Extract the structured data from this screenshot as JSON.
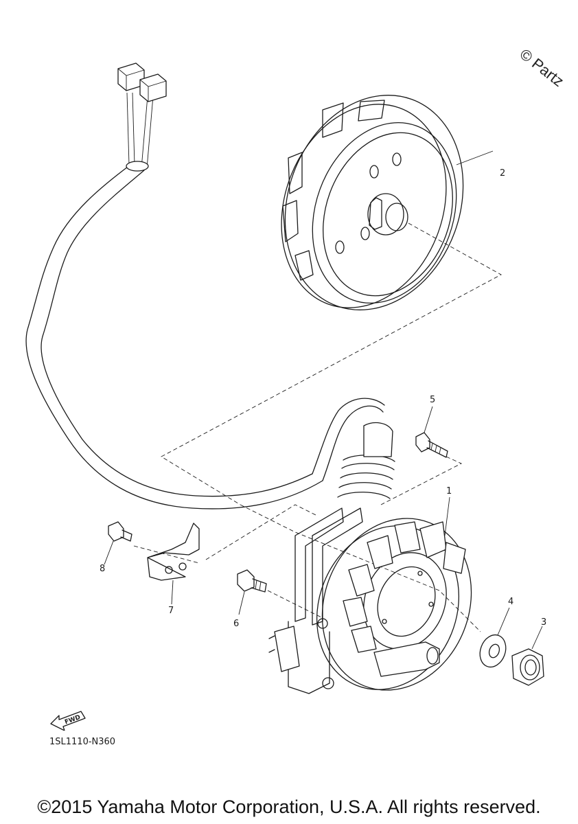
{
  "diagram": {
    "part_code": "1SL1110-N360",
    "copyright": "©2015 Yamaha Motor Corporation, U.S.A. All rights reserved.",
    "watermark": "© Partz",
    "fwd_label": "FWD",
    "callouts": [
      {
        "id": "1",
        "label": "1"
      },
      {
        "id": "2",
        "label": "2"
      },
      {
        "id": "3",
        "label": "3"
      },
      {
        "id": "4",
        "label": "4"
      },
      {
        "id": "5",
        "label": "5"
      },
      {
        "id": "6",
        "label": "6"
      },
      {
        "id": "7",
        "label": "7"
      },
      {
        "id": "8",
        "label": "8"
      }
    ]
  }
}
